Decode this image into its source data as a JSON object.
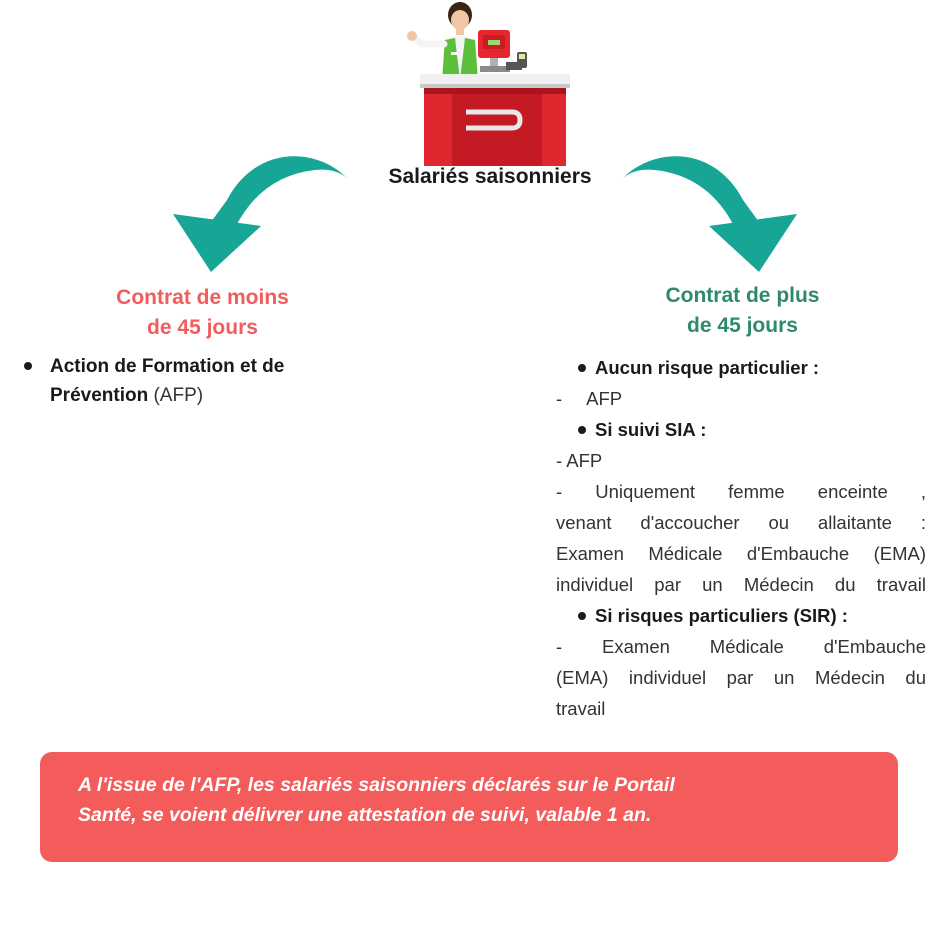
{
  "title": "Salariés saisonniers",
  "colors": {
    "teal": "#17a596",
    "coral": "#f25c5c",
    "green": "#2e8a6a",
    "footer_bg": "#f45b5b"
  },
  "icons": {
    "left_arrow": "curved-arrow-down-left-icon",
    "right_arrow": "curved-arrow-down-right-icon",
    "illustration": "cashier-illustration"
  },
  "left": {
    "title_line1": "Contrat de moins",
    "title_line2": "de 45 jours",
    "item_bold_1": "Action de Formation et de",
    "item_bold_2": "Prévention",
    "item_light": " (AFP)"
  },
  "right": {
    "title_line1": "Contrat de plus",
    "title_line2": "de 45 jours",
    "h1": "Aucun risque particulier :",
    "h1_dash": "-",
    "h1_item": "AFP",
    "h2": "Si suivi SIA :",
    "h2_item1": "- AFP",
    "h2_item2_l1": "- Uniquement femme enceinte ,",
    "h2_item2_l2": "venant d'accoucher ou allaitante :",
    "h2_item2_l3": "Examen Médicale d'Embauche (EMA)",
    "h2_item2_l4": "individuel par un Médecin du travail",
    "h3": "Si risques particuliers (SIR) :",
    "h3_item_l1": "- Examen Médicale d'Embauche",
    "h3_item_l2": "(EMA) individuel par un Médecin du",
    "h3_item_l3": "travail"
  },
  "footer": {
    "line1": "A l'issue de l'AFP, les salariés saisonniers déclarés sur le Portail",
    "line2": "Santé, se voient délivrer une attestation de suivi, valable 1 an."
  }
}
